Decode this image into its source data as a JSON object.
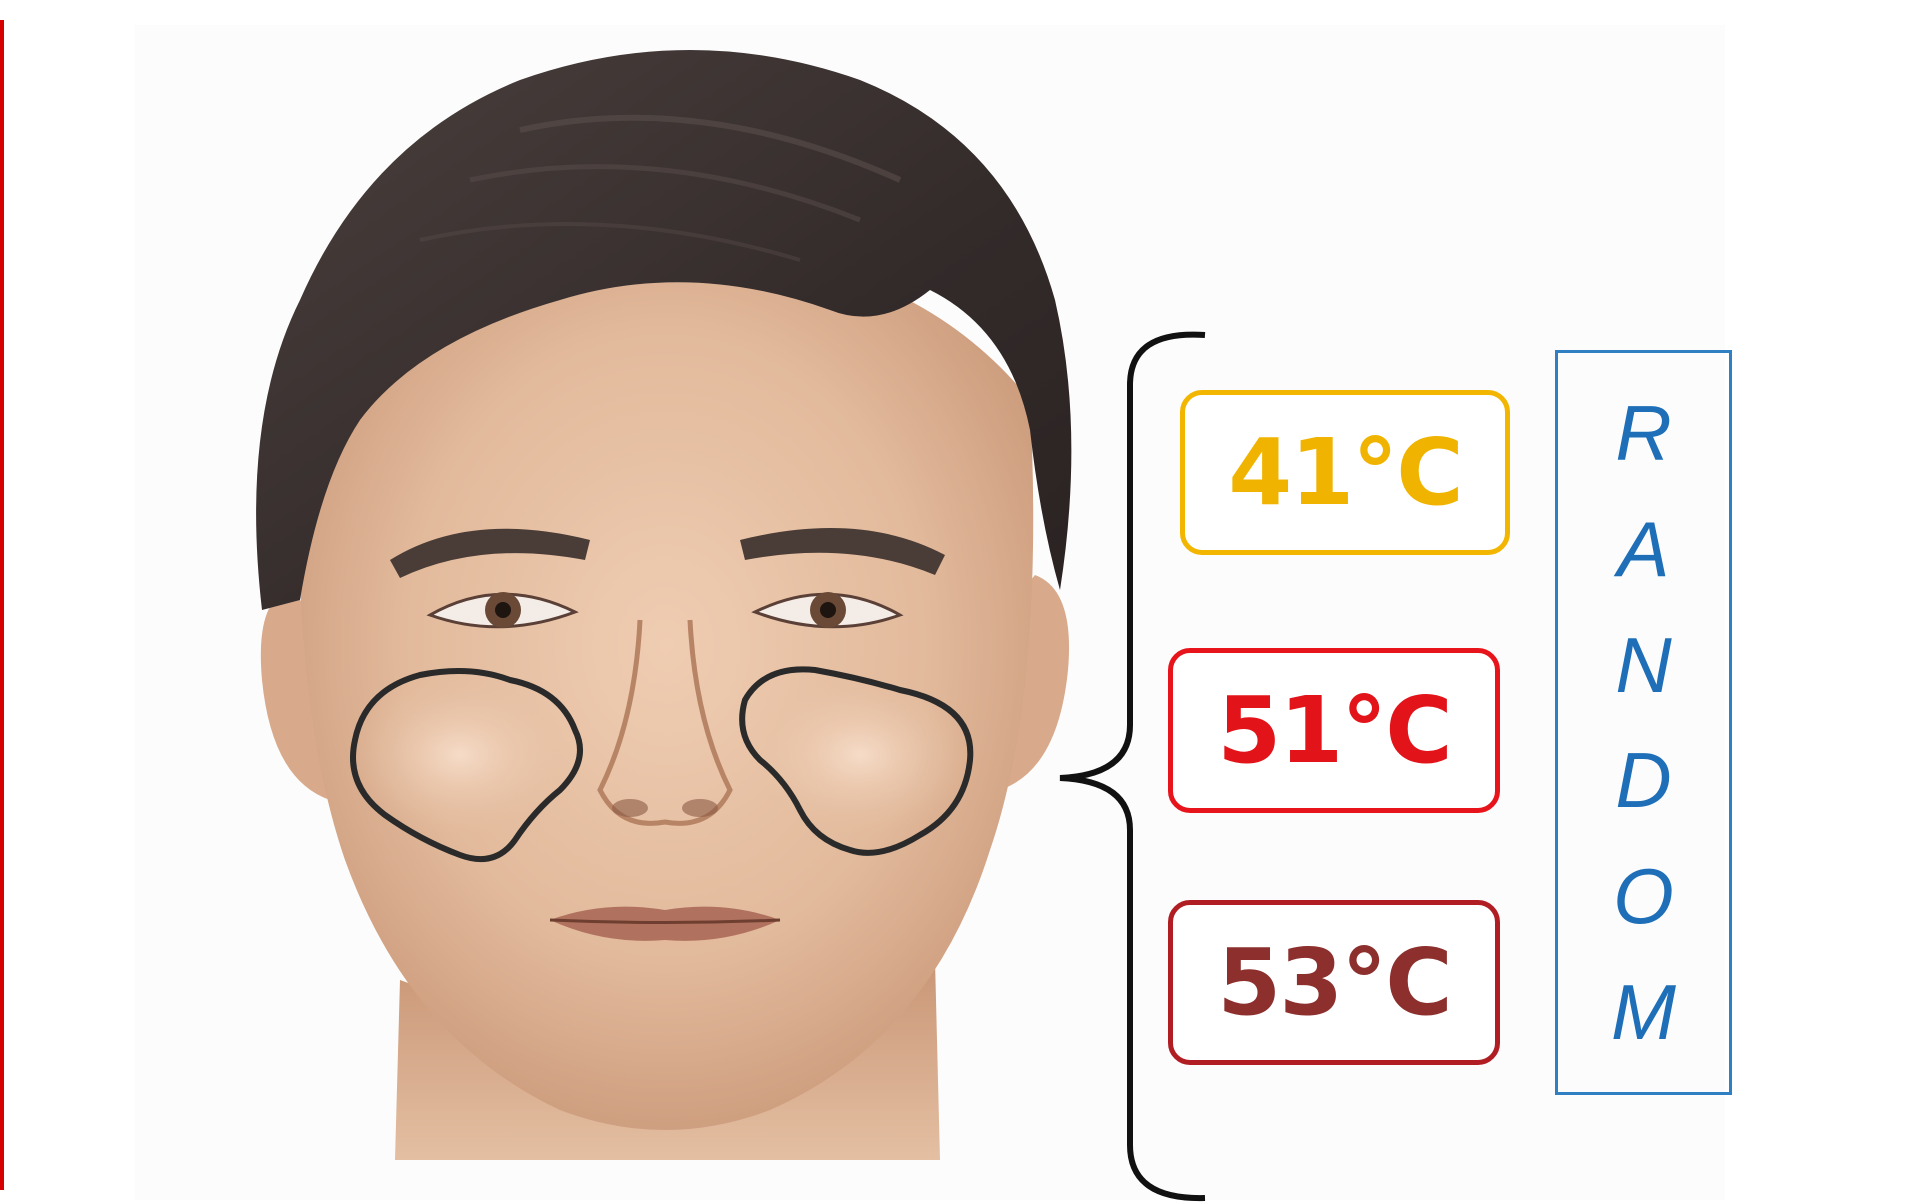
{
  "temperatures": [
    {
      "label": "41°C",
      "color": "#f2b600",
      "text_color": "#f0b400"
    },
    {
      "label": "51°C",
      "color": "#e8141c",
      "text_color": "#e2141a"
    },
    {
      "label": "53°C",
      "color": "#b01e24",
      "text_color": "#8c2f2d"
    }
  ],
  "random_label": {
    "letters": [
      "R",
      "A",
      "N",
      "D",
      "O",
      "M"
    ],
    "color": "#1f6fb8",
    "border_color": "#2f7fc2"
  },
  "colors": {
    "accent_rule": "#d60000",
    "skin": "#e6c1a4",
    "hair": "#3b3332",
    "outline": "#2a2a2a"
  }
}
